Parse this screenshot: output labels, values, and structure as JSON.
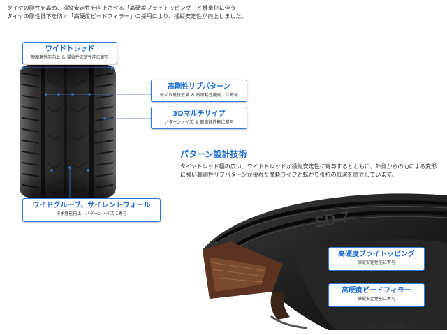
{
  "intro": {
    "line1": "タイヤの剛性を高め、操縦安定性を向上させる「高硬度ブライトッピング」と軽量化に伴う",
    "line2": "タイヤの剛性低下を防ぐ「高硬度ビードフィラー」の採用により、操縦安定性が向上しました。"
  },
  "callouts": {
    "wide_tread": {
      "title": "ワイドトレッド",
      "sub": "耐摩耗性能向上 ＆ 操縦性安定性能に寄与"
    },
    "rib_pattern": {
      "title": "高剛性リブパターン",
      "sub": "転がり抵抗低減 ＆ 耐摩耗性能向上に寄与"
    },
    "multi_sipe": {
      "title": "3Dマルチサイプ",
      "sub": "パターンノイズ ＆ 耐摩耗性能に寄与"
    },
    "wide_groove": {
      "title": "ワイドグルーブ、サイレントウォール",
      "sub": "排水性能向上、パターンノイズに寄与"
    },
    "bright_topping": {
      "title": "高硬度ブライトッピング",
      "sub": "操縦安定性能に寄与"
    },
    "bead_filler": {
      "title": "高硬度ビードフィラー",
      "sub": "操縦安定性能に寄与"
    }
  },
  "pattern": {
    "title": "パターン設計技術",
    "text": "タイヤトレッド幅の広い、ワイドトレッドが操縦安定性に寄与するとともに、外側からの力による変形に強い高剛性リブパターンが優れた摩耗ライフと転がり抵抗の低減を両立しています。"
  },
  "tire_sidewall_text": "SD-7",
  "note": "※サイズにより構造は異なります。",
  "colors": {
    "accent": "#1f6fd1",
    "border": "#2e7bd4"
  }
}
